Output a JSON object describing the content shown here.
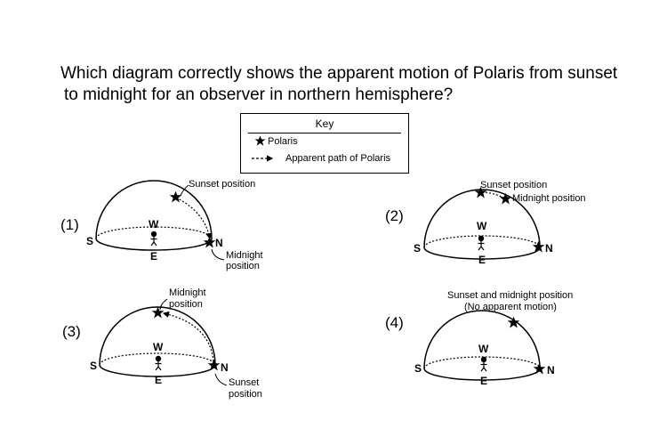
{
  "question": {
    "line1": "Which diagram correctly shows the apparent motion of Polaris from sunset",
    "line2": "to midnight  for an observer in northern hemisphere?"
  },
  "key": {
    "title": "Key",
    "polaris": "Polaris",
    "path": "Apparent path of Polaris"
  },
  "diagrams": [
    {
      "label": "(1)",
      "s": "S",
      "n": "N",
      "w": "W",
      "e": "E",
      "note_a": "Sunset position",
      "note_b1": "Midnight",
      "note_b2": "position"
    },
    {
      "label": "(2)",
      "s": "S",
      "n": "N",
      "w": "W",
      "e": "E",
      "note_a": "Sunset position",
      "note_b": "Midnight position"
    },
    {
      "label": "(3)",
      "s": "S",
      "n": "N",
      "w": "W",
      "e": "E",
      "note_a1": "Midnight",
      "note_a2": "position",
      "note_b1": "Sunset",
      "note_b2": "position"
    },
    {
      "label": "(4)",
      "s": "S",
      "n": "N",
      "w": "W",
      "e": "E",
      "note_a1": "Sunset and midnight position",
      "note_a2": "(No apparent motion)"
    }
  ]
}
